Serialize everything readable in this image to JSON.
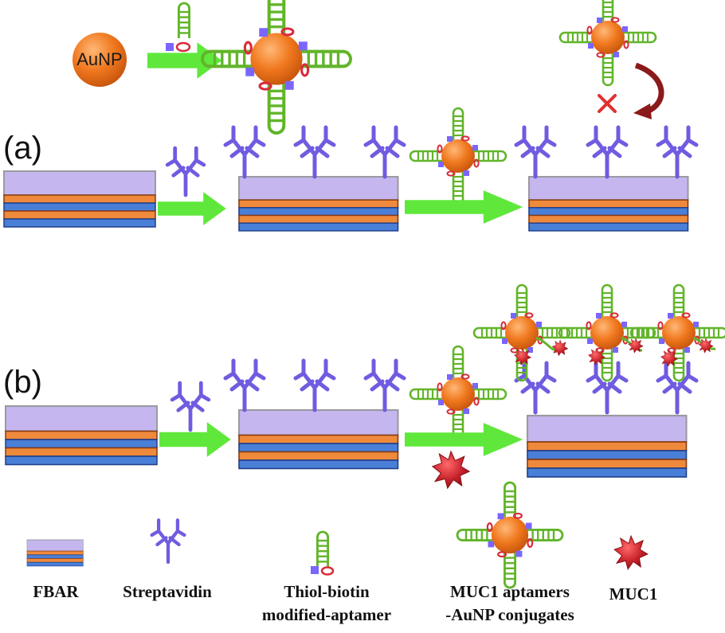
{
  "figure": {
    "nanoparticle_label": "AuNP",
    "panel_labels": [
      "(a)",
      "(b)"
    ]
  },
  "legend": {
    "fbar": "FBAR",
    "streptavidin": "Streptavidin",
    "aptamer_line1": "Thiol-biotin",
    "aptamer_line2": "modified-aptamer",
    "conjugate_line1": "MUC1 aptamers",
    "conjugate_line2": "-AuNP conjugates",
    "muc1": "MUC1"
  },
  "colors": {
    "electrode_layer": "#ef8a3c",
    "substrate_layer": "#4a7fd8",
    "top_layer": "#c6b6ef",
    "streptavidin": "#6f5ce0",
    "aptamer": "#62b52a",
    "nanoparticle": "#f0781e",
    "arrow": "#5fe83b",
    "muc1": "#c8232c",
    "biotin": "#7a66ff",
    "thiol": "#d92b3c",
    "blocked_cross": "#e03030",
    "curved_arrow": "#8b1a1a"
  },
  "icons": [
    "streptavidin-icon",
    "aptamer-icon",
    "nanoparticle-icon",
    "muc1-icon",
    "arrow-icon",
    "cross-icon"
  ]
}
